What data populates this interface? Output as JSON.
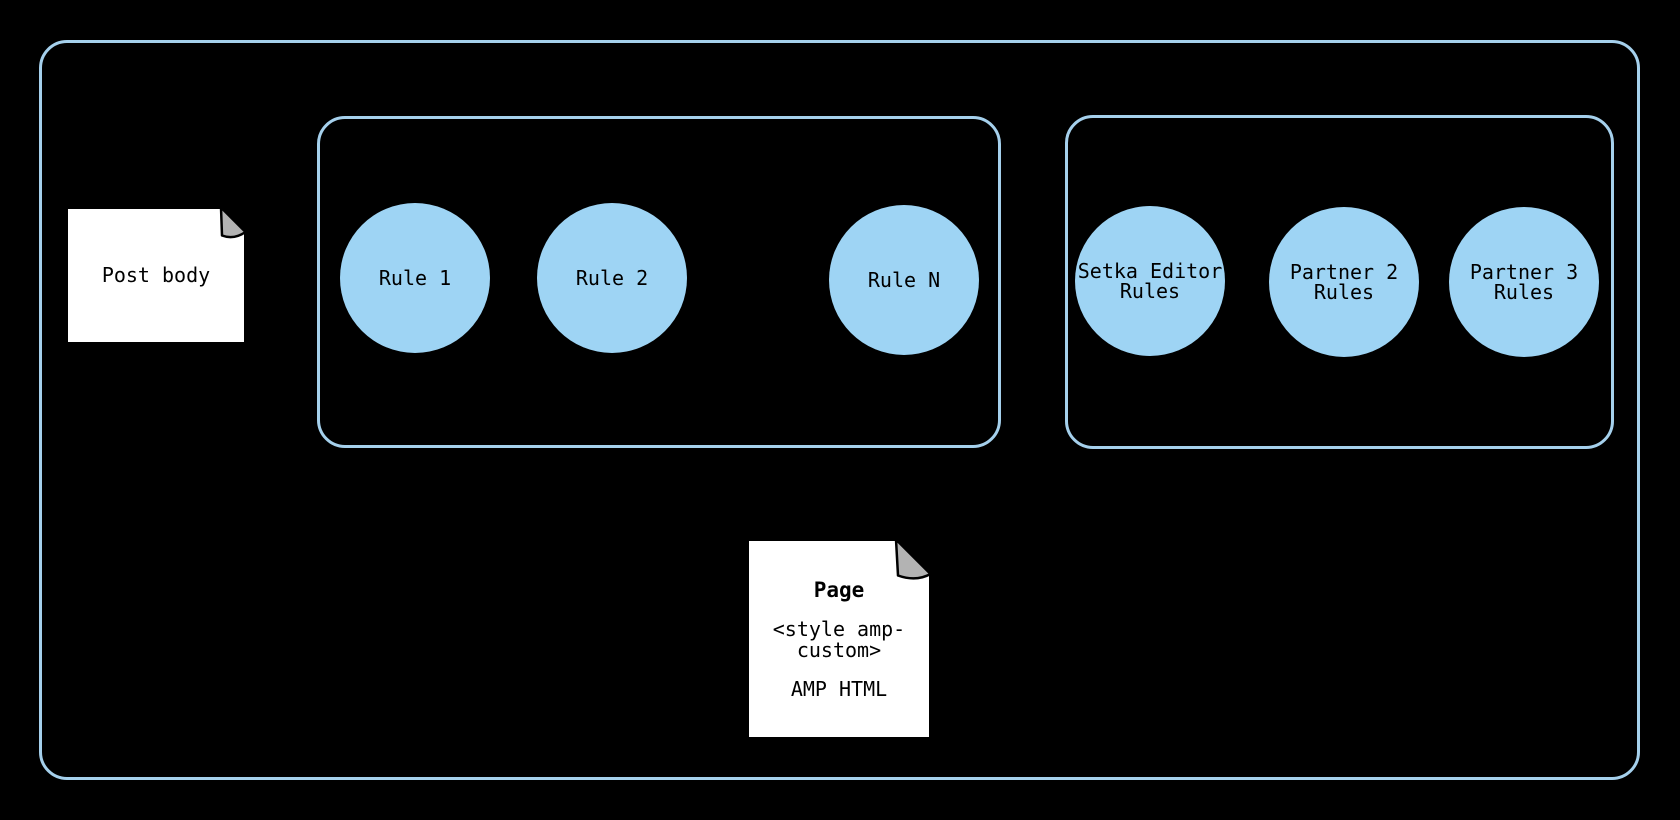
{
  "colors": {
    "background": "#000000",
    "container_stroke": "#A5D0EC",
    "shape_fill": "#9ED4F4",
    "note_fill": "#FFFFFF",
    "fold_fill": "#B3B3B3",
    "text": "#000000"
  },
  "post_note": {
    "label": "Post body"
  },
  "rules_group": {
    "circles": [
      {
        "label": "Rule 1"
      },
      {
        "label": "Rule 2"
      },
      {
        "label": "Rule N"
      }
    ]
  },
  "partners_group": {
    "circles": [
      {
        "label": "Setka Editor Rules"
      },
      {
        "label": "Partner 2 Rules"
      },
      {
        "label": "Partner 3 Rules"
      }
    ]
  },
  "page_note": {
    "title": "Page",
    "style_text": "<style amp-custom>",
    "amp_text": "AMP HTML"
  }
}
